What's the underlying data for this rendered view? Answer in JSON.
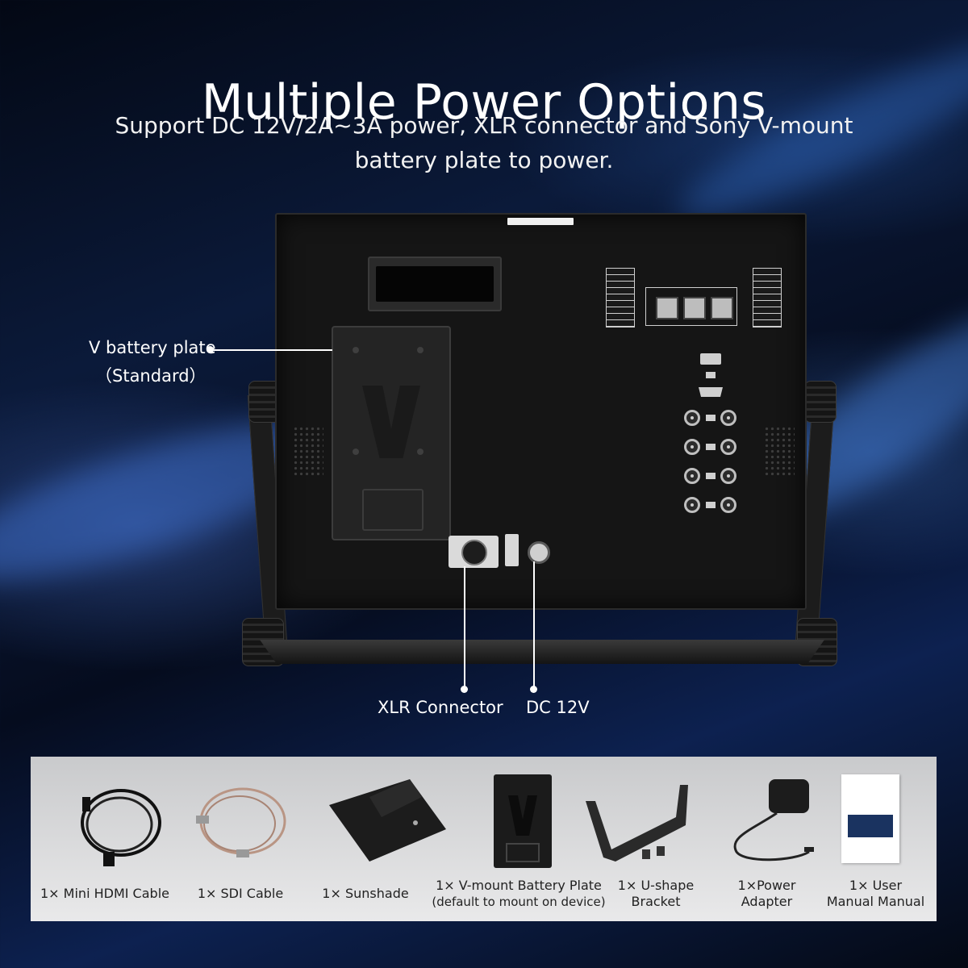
{
  "header": {
    "title": "Multiple Power Options",
    "subtitle": "Support DC 12V/2A~3A power, XLR connector and Sony V-mount battery plate to power."
  },
  "callouts": {
    "v_battery_plate": "V battery plate",
    "v_battery_plate_note": "（Standard）",
    "xlr_connector": "XLR Connector",
    "dc_12v": "DC 12V"
  },
  "accessories": [
    {
      "label": "1× Mini HDMI Cable"
    },
    {
      "label": "1× SDI Cable"
    },
    {
      "label": "1× Sunshade"
    },
    {
      "label": "1× V-mount Battery Plate",
      "note": "(default to mount on device)"
    },
    {
      "label": "1× U-shape",
      "label2": "Bracket"
    },
    {
      "label": "1×Power",
      "label2": "Adapter"
    },
    {
      "label": "1× User",
      "label2": "Manual Manual"
    }
  ],
  "colors": {
    "background": "#0b1a3a",
    "panel": "#d8d9da",
    "text": "#ffffff"
  }
}
